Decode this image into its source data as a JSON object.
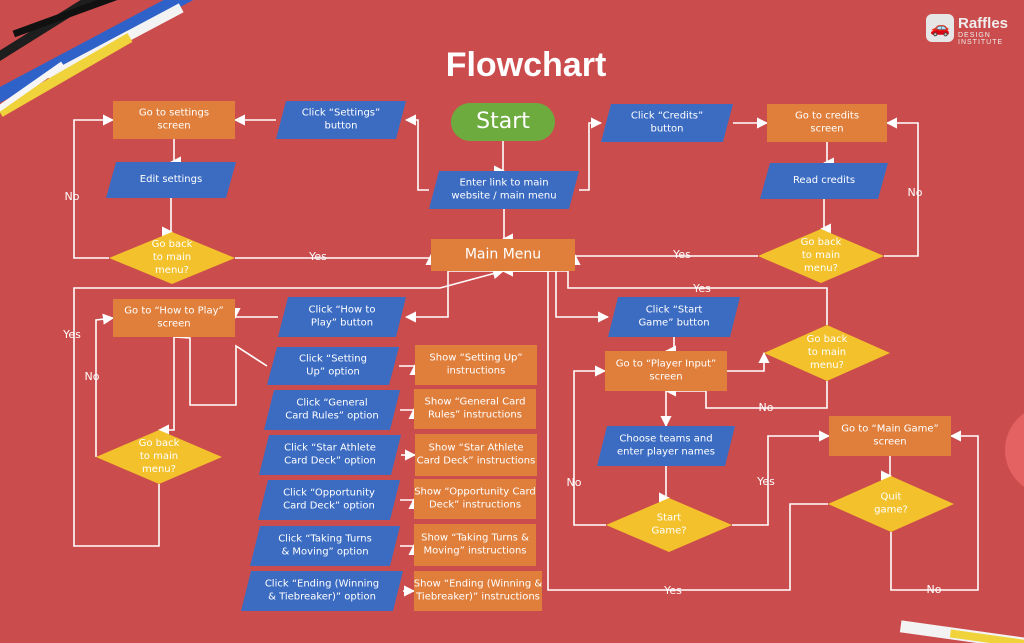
{
  "title": "Flowchart",
  "logo": {
    "name": "Raffles",
    "sub": "DESIGN INSTITUTE"
  },
  "colors": {
    "background": "#cb4c4c",
    "process": "#e07f3c",
    "io": "#3c6cc2",
    "decision": "#f2c12c",
    "terminator": "#6dab3f",
    "text": "#ffffff",
    "decision_text": "#ffffff",
    "line": "#ffffff"
  },
  "nodes": [
    {
      "id": "start",
      "type": "terminator",
      "lines": [
        "Start"
      ]
    },
    {
      "id": "enter_link",
      "type": "io",
      "lines": [
        "Enter link to main",
        "website / main menu"
      ]
    },
    {
      "id": "main_menu",
      "type": "process",
      "lines": [
        "Main Menu"
      ]
    },
    {
      "id": "click_settings",
      "type": "io",
      "lines": [
        "Click “Settings”",
        "button"
      ]
    },
    {
      "id": "goto_settings",
      "type": "process",
      "lines": [
        "Go to settings",
        "screen"
      ]
    },
    {
      "id": "edit_settings",
      "type": "io",
      "lines": [
        "Edit settings"
      ]
    },
    {
      "id": "back_settings",
      "type": "decision",
      "lines": [
        "Go back",
        "to main",
        "menu?"
      ]
    },
    {
      "id": "click_credits",
      "type": "io",
      "lines": [
        "Click “Credits”",
        "button"
      ]
    },
    {
      "id": "goto_credits",
      "type": "process",
      "lines": [
        "Go to credits",
        "screen"
      ]
    },
    {
      "id": "read_credits",
      "type": "io",
      "lines": [
        "Read credits"
      ]
    },
    {
      "id": "back_credits",
      "type": "decision",
      "lines": [
        "Go back",
        "to main",
        "menu?"
      ]
    },
    {
      "id": "click_howto",
      "type": "io",
      "lines": [
        "Click “How to",
        "Play” button"
      ]
    },
    {
      "id": "goto_howto",
      "type": "process",
      "lines": [
        "Go to “How to Play”",
        "screen"
      ]
    },
    {
      "id": "back_howto",
      "type": "decision",
      "lines": [
        "Go back",
        "to main",
        "menu?"
      ]
    },
    {
      "id": "click_setup",
      "type": "io",
      "lines": [
        "Click “Setting",
        "Up” option"
      ]
    },
    {
      "id": "show_setup",
      "type": "process",
      "lines": [
        "Show “Setting Up”",
        "instructions"
      ]
    },
    {
      "id": "click_general",
      "type": "io",
      "lines": [
        "Click “General",
        "Card Rules” option"
      ]
    },
    {
      "id": "show_general",
      "type": "process",
      "lines": [
        "Show “General Card",
        "Rules” instructions"
      ]
    },
    {
      "id": "click_star",
      "type": "io",
      "lines": [
        "Click “Star Athlete",
        "Card Deck” option"
      ]
    },
    {
      "id": "show_star",
      "type": "process",
      "lines": [
        "Show “Star Athlete",
        "Card Deck” instructions"
      ]
    },
    {
      "id": "click_opp",
      "type": "io",
      "lines": [
        "Click “Opportunity",
        "Card Deck” option"
      ]
    },
    {
      "id": "show_opp",
      "type": "process",
      "lines": [
        "Show “Opportunity Card",
        "Deck” instructions"
      ]
    },
    {
      "id": "click_turns",
      "type": "io",
      "lines": [
        "Click “Taking Turns",
        "& Moving” option"
      ]
    },
    {
      "id": "show_turns",
      "type": "process",
      "lines": [
        "Show “Taking Turns &",
        "Moving” instructions"
      ]
    },
    {
      "id": "click_ending",
      "type": "io",
      "lines": [
        "Click “Ending (Winning",
        "& Tiebreaker)” option"
      ]
    },
    {
      "id": "show_ending",
      "type": "process",
      "lines": [
        "Show “Ending (Winning &",
        "Tiebreaker)” instructions"
      ]
    },
    {
      "id": "click_start_game",
      "type": "io",
      "lines": [
        "Click “Start",
        "Game” button"
      ]
    },
    {
      "id": "goto_player_input",
      "type": "process",
      "lines": [
        "Go to “Player Input”",
        "screen"
      ]
    },
    {
      "id": "back_player",
      "type": "decision",
      "lines": [
        "Go back",
        "to main",
        "menu?"
      ]
    },
    {
      "id": "choose_teams",
      "type": "io",
      "lines": [
        "Choose teams and",
        "enter player names"
      ]
    },
    {
      "id": "start_game_q",
      "type": "decision",
      "lines": [
        "Start",
        "Game?"
      ]
    },
    {
      "id": "goto_main_game",
      "type": "process",
      "lines": [
        "Go to “Main Game”",
        "screen"
      ]
    },
    {
      "id": "quit_q",
      "type": "decision",
      "lines": [
        "Quit",
        "game?"
      ]
    }
  ],
  "edge_labels": [
    {
      "id": "no_settings",
      "text": "No"
    },
    {
      "id": "yes_settings",
      "text": "Yes"
    },
    {
      "id": "no_credits",
      "text": "No"
    },
    {
      "id": "yes_credits",
      "text": "Yes"
    },
    {
      "id": "yes_howto",
      "text": "Yes"
    },
    {
      "id": "no_howto",
      "text": "No"
    },
    {
      "id": "yes_player",
      "text": "Yes"
    },
    {
      "id": "no_player",
      "text": "No"
    },
    {
      "id": "no_start",
      "text": "No"
    },
    {
      "id": "yes_start",
      "text": "Yes"
    },
    {
      "id": "yes_quit",
      "text": "Yes"
    },
    {
      "id": "no_quit",
      "text": "No"
    }
  ]
}
